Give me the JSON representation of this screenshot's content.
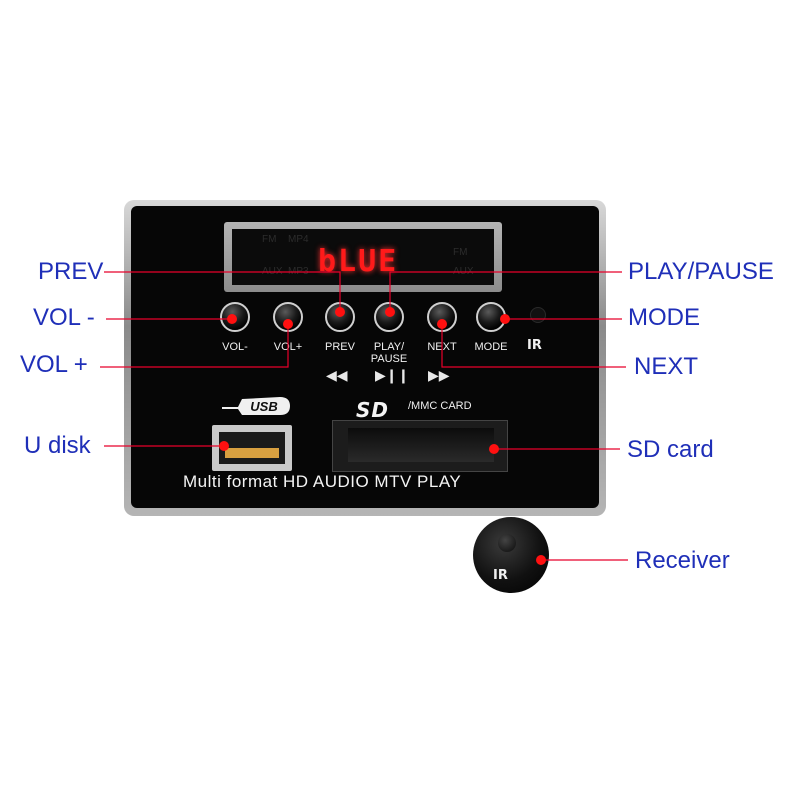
{
  "labels": {
    "prev": "PREV",
    "vol_minus": "VOL -",
    "vol_plus": "VOL +",
    "u_disk": "U disk",
    "play_pause": "PLAY/PAUSE",
    "mode": "MODE",
    "next": "NEXT",
    "sd_card": "SD card",
    "receiver": "Receiver"
  },
  "panel": {
    "display_text": "bLUE",
    "lcd_indicators": [
      "FM",
      "AUX",
      "MP4",
      "MP3",
      "FM",
      "AUX"
    ],
    "buttons": [
      {
        "id": "vol-minus",
        "label": "VOL-"
      },
      {
        "id": "vol-plus",
        "label": "VOL+"
      },
      {
        "id": "prev",
        "label": "PREV"
      },
      {
        "id": "play-pause",
        "label": "PLAY/\nPAUSE"
      },
      {
        "id": "next",
        "label": "NEXT"
      },
      {
        "id": "mode",
        "label": "MODE"
      }
    ],
    "ir_label": "IR",
    "transport_icons": [
      "rewind-icon",
      "play-pause-icon",
      "fast-forward-icon"
    ],
    "usb_logo": "USB",
    "sd_logo": "SD",
    "mmc_text": "/MMC CARD",
    "footer": "Multi format HD AUDIO  MTV PLAY"
  },
  "receiver_ir_label": "IR",
  "colors": {
    "callout_text": "#1f2fb8",
    "leader_line": "#e8002a",
    "lcd_digits": "#ff1a1a"
  }
}
